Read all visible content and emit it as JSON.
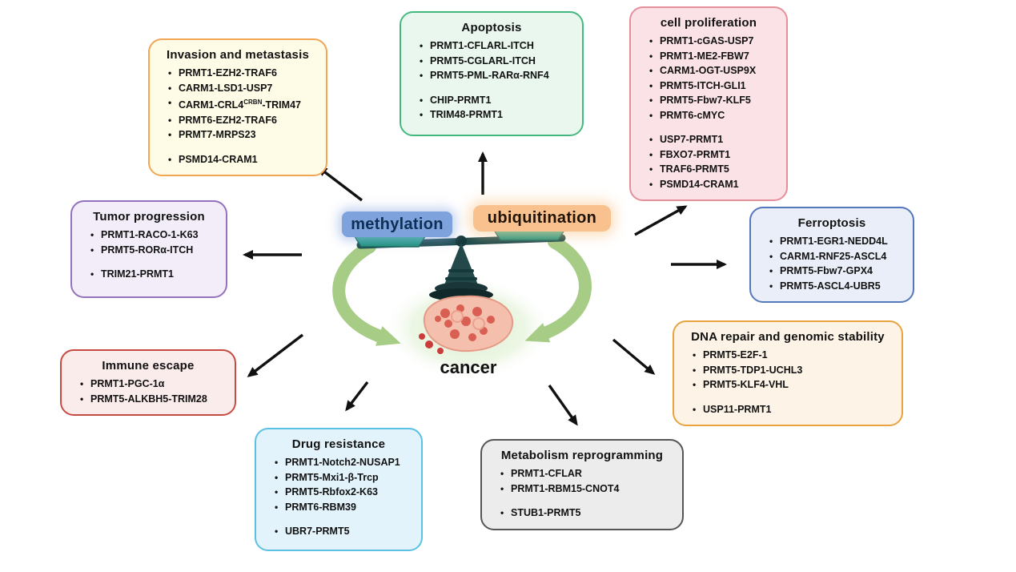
{
  "figure": {
    "center": {
      "methylation_label": "methylation",
      "ubiquitination_label": "ubiquitination",
      "cancer_label": "cancer",
      "colors": {
        "methylation_bg": "#7ea2db",
        "methylation_text": "#0e2f55",
        "ubiquitination_bg": "#f8c18e",
        "ubiquitination_text": "#201409",
        "scale_dark": "#1d4a4c",
        "scale_pan_top": "#45c2a8",
        "scale_pan_bottom": "#1f8f7a",
        "green_arrow": "#a6cc86",
        "arrow_black": "#111111"
      }
    }
  },
  "boxes": {
    "invasion_metastasis": {
      "title": "Invasion and metastasis",
      "colors": {
        "bg": "#fefbe6",
        "border": "#f2a654"
      },
      "groups": [
        [
          "PRMT1-EZH2-TRAF6",
          "CARM1-LSD1-USP7",
          {
            "text": "CARM1-CRL4",
            "sup": "CRBN",
            "tail": "-TRIM47"
          },
          "PRMT6-EZH2-TRAF6",
          "PRMT7-MRPS23"
        ],
        [
          "PSMD14-CRAM1"
        ]
      ]
    },
    "apoptosis": {
      "title": "Apoptosis",
      "colors": {
        "bg": "#e9f7ee",
        "border": "#43b97f"
      },
      "groups": [
        [
          "PRMT1-CFLARL-ITCH",
          "PRMT5-CGLARL-ITCH",
          "PRMT5-PML-RARα-RNF4"
        ],
        [
          "CHIP-PRMT1",
          "TRIM48-PRMT1"
        ]
      ]
    },
    "cell_proliferation": {
      "title": "cell proliferation",
      "colors": {
        "bg": "#fae2e6",
        "border": "#e58f9b"
      },
      "groups": [
        [
          "PRMT1-cGAS-USP7",
          "PRMT1-ME2-FBW7",
          "CARM1-OGT-USP9X",
          "PRMT5-ITCH-GLI1",
          "PRMT5-Fbw7-KLF5",
          "PRMT6-cMYC"
        ],
        [
          "USP7-PRMT1",
          "FBXO7-PRMT1",
          "TRAF6-PRMT5",
          "PSMD14-CRAM1"
        ]
      ]
    },
    "ferroptosis": {
      "title": "Ferroptosis",
      "colors": {
        "bg": "#e9eef8",
        "border": "#5577bb"
      },
      "groups": [
        [
          "PRMT1-EGR1-NEDD4L",
          "CARM1-RNF25-ASCL4",
          "PRMT5-Fbw7-GPX4",
          "PRMT5-ASCL4-UBR5"
        ]
      ]
    },
    "dna_repair": {
      "title": "DNA repair and genomic stability",
      "colors": {
        "bg": "#fdf4e7",
        "border": "#e8a23e"
      },
      "groups": [
        [
          "PRMT5-E2F-1",
          "PRMT5-TDP1-UCHL3",
          "PRMT5-KLF4-VHL"
        ],
        [
          "USP11-PRMT1"
        ]
      ]
    },
    "metabolism": {
      "title": "Metabolism reprogramming",
      "colors": {
        "bg": "#ececec",
        "border": "#555555"
      },
      "groups": [
        [
          "PRMT1-CFLAR",
          "PRMT1-RBM15-CNOT4"
        ],
        [
          "STUB1-PRMT5"
        ]
      ]
    },
    "drug_resistance": {
      "title": "Drug resistance",
      "colors": {
        "bg": "#e2f3fb",
        "border": "#5bc1e4"
      },
      "groups": [
        [
          "PRMT1-Notch2-NUSAP1",
          "PRMT5-Mxi1-β-Trcp",
          "PRMT5-Rbfox2-K63",
          "PRMT6-RBM39"
        ],
        [
          "UBR7-PRMT5"
        ]
      ]
    },
    "immune_escape": {
      "title": "Immune escape",
      "colors": {
        "bg": "#fbecec",
        "border": "#c64a42"
      },
      "groups": [
        [
          "PRMT1-PGC-1α",
          "PRMT5-ALKBH5-TRIM28"
        ]
      ]
    },
    "tumor_progression": {
      "title": "Tumor progression",
      "colors": {
        "bg": "#f2edf8",
        "border": "#9271bd"
      },
      "groups": [
        [
          "PRMT1-RACO-1-K63",
          "PRMT5-RORα-ITCH"
        ],
        [
          "TRIM21-PRMT1"
        ]
      ]
    }
  }
}
